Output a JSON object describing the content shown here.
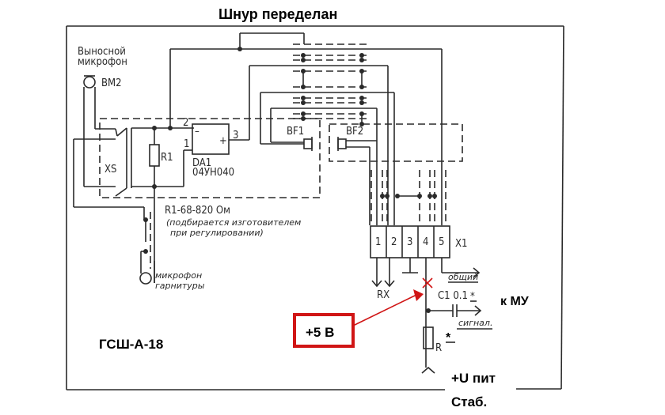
{
  "title": "Шнур переделан",
  "device_label": "ГСШ-А-18",
  "components": {
    "remote_mic_label_1": "Выносной",
    "remote_mic_label_2": "микрофон",
    "bm2": "BM2",
    "xs": "XS",
    "r1": "R1",
    "da1_name": "DA1",
    "da1_part": "04УН040",
    "pin1": "1",
    "pin2": "2",
    "pin3": "3",
    "minus": "–",
    "plus": "+",
    "bf1": "BF1",
    "bf2": "BF2",
    "r1_note_1": "R1-68-820 Ом",
    "r1_note_2": "(подбирается изготовителем",
    "r1_note_3": "при регулировании)",
    "headset_mic_1": "микрофон",
    "headset_mic_2": "гарнитуры"
  },
  "connector": {
    "name": "X1",
    "pins": [
      "1",
      "2",
      "3",
      "4",
      "5"
    ],
    "rx_label": "RX"
  },
  "annotations": {
    "common": "общий",
    "c1": "C1 0.1",
    "star": "*",
    "to_mu": "к МУ",
    "signal": "сигнал.",
    "r": "R",
    "supply_1": "+U пит",
    "supply_2": "Стаб.",
    "callout": "+5 В"
  },
  "colors": {
    "wire": "#2a2a2a",
    "callout_red": "#d01515",
    "underline_blue": "#1a2a8a"
  }
}
